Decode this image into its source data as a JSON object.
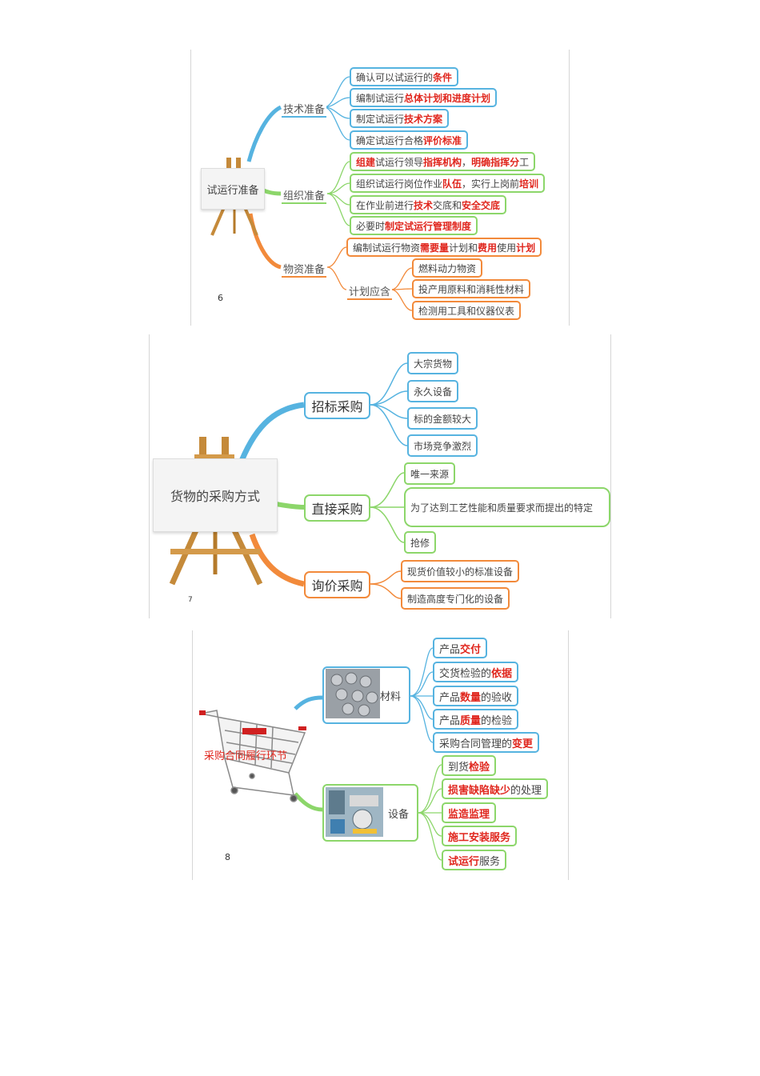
{
  "panel1": {
    "page_number": "6",
    "root": "试运行准备",
    "groups": [
      {
        "label": "技术准备",
        "color": "blue",
        "items": [
          [
            {
              "t": "确认可以试运行的"
            },
            {
              "t": "条件",
              "h": true
            }
          ],
          [
            {
              "t": "编制试运行"
            },
            {
              "t": "总体计划和进度计划",
              "h": true
            }
          ],
          [
            {
              "t": "制定试运行"
            },
            {
              "t": "技术方案",
              "h": true
            }
          ],
          [
            {
              "t": "确定试运行合格"
            },
            {
              "t": "评价标准",
              "h": true
            }
          ]
        ]
      },
      {
        "label": "组织准备",
        "color": "green",
        "items": [
          [
            {
              "t": "组建",
              "h": true
            },
            {
              "t": "试运行领导"
            },
            {
              "t": "指挥机构",
              "h": true
            },
            {
              "t": "，"
            },
            {
              "t": "明确指挥分",
              "h": true
            },
            {
              "t": "工"
            }
          ],
          [
            {
              "t": "组织试运行岗位作业"
            },
            {
              "t": "队伍",
              "h": true
            },
            {
              "t": "，实行上岗前"
            },
            {
              "t": "培训",
              "h": true
            }
          ],
          [
            {
              "t": "在作业前进行"
            },
            {
              "t": "技术",
              "h": true
            },
            {
              "t": "交底和"
            },
            {
              "t": "安全交底",
              "h": true
            }
          ],
          [
            {
              "t": "必要时"
            },
            {
              "t": "制定试运行管理制度",
              "h": true
            }
          ]
        ]
      },
      {
        "label": "物资准备",
        "color": "orange",
        "items": [
          [
            {
              "t": "编制试运行物资"
            },
            {
              "t": "需要量",
              "h": true
            },
            {
              "t": "计划和"
            },
            {
              "t": "费用",
              "h": true
            },
            {
              "t": "使用"
            },
            {
              "t": "计划",
              "h": true
            }
          ]
        ],
        "sub": {
          "label": "计划应含",
          "items": [
            "燃料动力物资",
            "投产用原料和消耗性材料",
            "检测用工具和仪器仪表"
          ]
        }
      }
    ]
  },
  "panel2": {
    "page_number": "7",
    "root": "货物的采购方式",
    "groups": [
      {
        "label": "招标采购",
        "color": "blue",
        "items": [
          "大宗货物",
          "永久设备",
          "标的金额较大",
          "市场竞争激烈"
        ]
      },
      {
        "label": "直接采购",
        "color": "green",
        "items": [
          "唯一来源",
          "为了达到工艺性能和质量要求而提出的特定",
          "抢修"
        ]
      },
      {
        "label": "询价采购",
        "color": "orange",
        "items": [
          "现货价值较小的标准设备",
          "制造高度专门化的设备"
        ]
      }
    ]
  },
  "panel3": {
    "page_number": "8",
    "root": "采购合同履行环节",
    "groups": [
      {
        "label": "材料",
        "color": "blue",
        "items": [
          [
            {
              "t": "产品"
            },
            {
              "t": "交付",
              "h": true
            }
          ],
          [
            {
              "t": "交货检验的"
            },
            {
              "t": "依据",
              "h": true
            }
          ],
          [
            {
              "t": "产品"
            },
            {
              "t": "数量",
              "h": true
            },
            {
              "t": "的验收"
            }
          ],
          [
            {
              "t": "产品"
            },
            {
              "t": "质量",
              "h": true
            },
            {
              "t": "的检验"
            }
          ],
          [
            {
              "t": "采购合同管理的"
            },
            {
              "t": "变更",
              "h": true
            }
          ]
        ]
      },
      {
        "label": "设备",
        "color": "green",
        "items": [
          [
            {
              "t": "到货"
            },
            {
              "t": "检验",
              "h": true
            }
          ],
          [
            {
              "t": "损害缺陷缺少",
              "h": true
            },
            {
              "t": "的处理"
            }
          ],
          [
            {
              "t": "监造监理",
              "h": true
            }
          ],
          [
            {
              "t": "施工安装服务",
              "h": true
            }
          ],
          [
            {
              "t": "试运行",
              "h": true
            },
            {
              "t": "服务"
            }
          ]
        ]
      }
    ]
  },
  "colors": {
    "blue": "#56b3e0",
    "green": "#8cd66a",
    "orange": "#f28a3b",
    "highlight": "#e0261d"
  }
}
